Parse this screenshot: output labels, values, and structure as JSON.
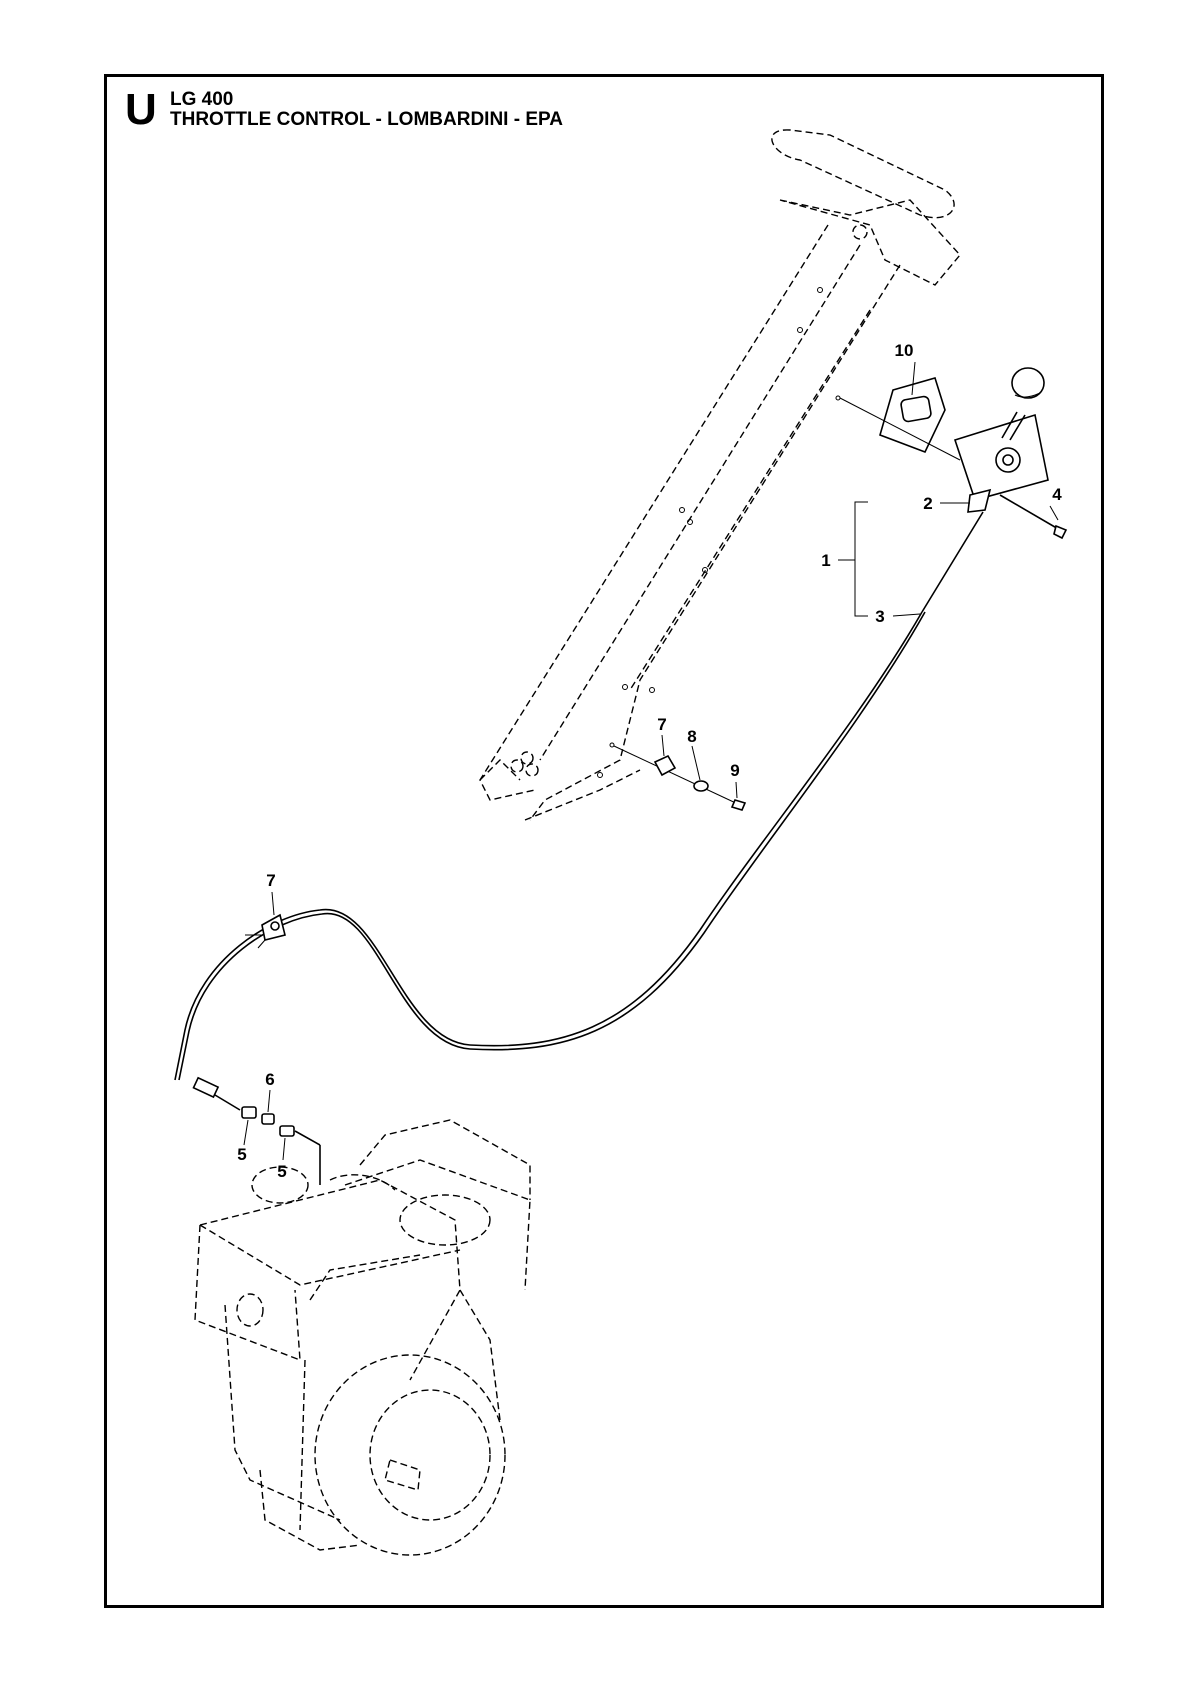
{
  "header": {
    "section_letter": "U",
    "model": "LG 400",
    "title": "THROTTLE CONTROL - LOMBARDINI - EPA"
  },
  "callouts": [
    {
      "id": "c1",
      "label": "1"
    },
    {
      "id": "c2",
      "label": "2"
    },
    {
      "id": "c3",
      "label": "3"
    },
    {
      "id": "c4",
      "label": "4"
    },
    {
      "id": "c5a",
      "label": "5"
    },
    {
      "id": "c5b",
      "label": "5"
    },
    {
      "id": "c6",
      "label": "6"
    },
    {
      "id": "c7a",
      "label": "7"
    },
    {
      "id": "c7b",
      "label": "7"
    },
    {
      "id": "c8",
      "label": "8"
    },
    {
      "id": "c9",
      "label": "9"
    },
    {
      "id": "c10",
      "label": "10"
    }
  ]
}
